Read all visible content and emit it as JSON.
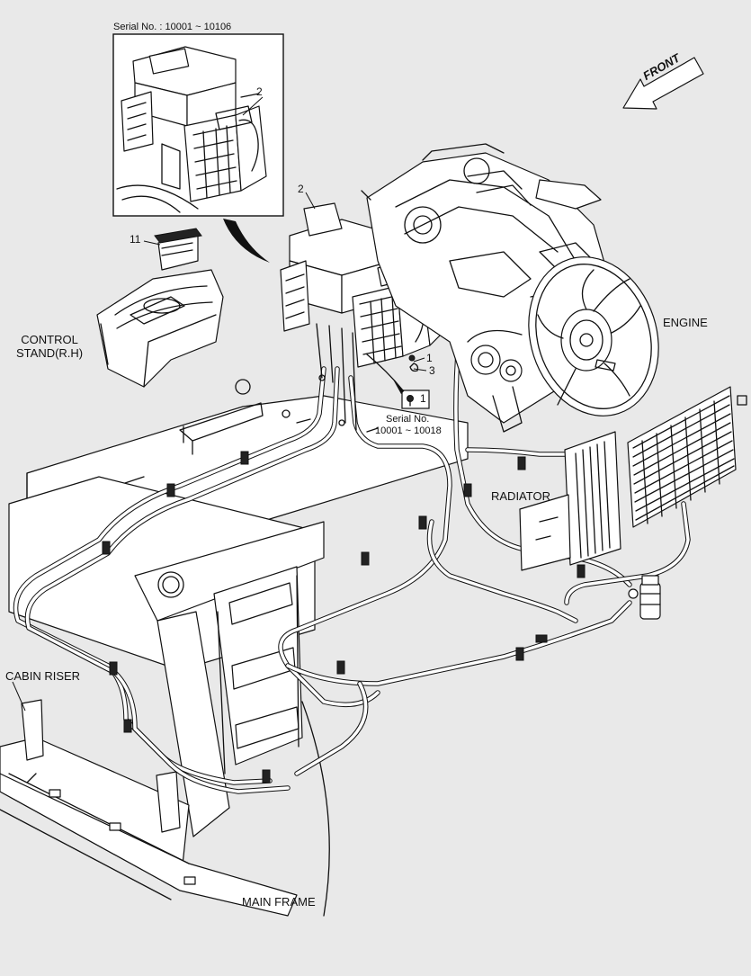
{
  "inset": {
    "serial_label": "Serial No. : 10001 ~ 10106",
    "callout": "2"
  },
  "front_arrow": {
    "text": "FRONT"
  },
  "callouts": {
    "c2": "2",
    "c11": "11",
    "c1a": "1",
    "c3": "3",
    "c1b": "1"
  },
  "serial_note": {
    "line1": "Serial No.",
    "line2": "10001 ~ 10018"
  },
  "labels": {
    "control_stand": "CONTROL\nSTAND(R.H)",
    "engine": "ENGINE",
    "radiator": "RADIATOR",
    "cabin_riser": "CABIN RISER",
    "main_frame": "MAIN FRAME"
  }
}
